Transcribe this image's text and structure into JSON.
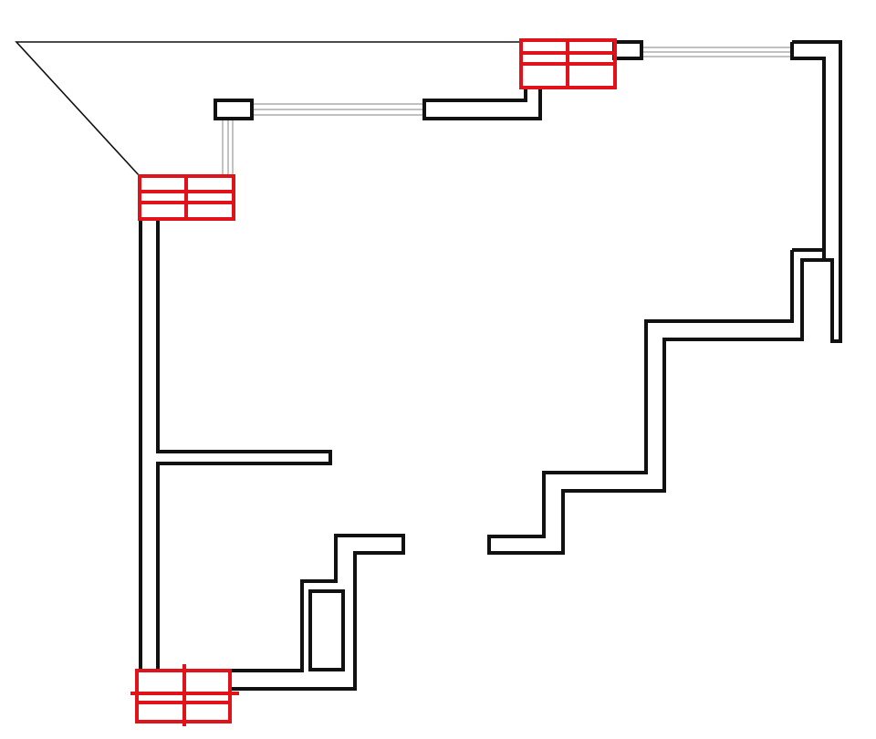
{
  "diagram": {
    "type": "floor-plan",
    "elements": [
      {
        "kind": "wall-segment",
        "count": 12
      },
      {
        "kind": "window",
        "count": 3
      },
      {
        "kind": "column",
        "count": 3
      },
      {
        "kind": "roof-edge-line",
        "count": 1
      }
    ]
  },
  "colors": {
    "wall": "#111111",
    "column": "#e0121a",
    "window_line": "#9a9a9a",
    "background": "#ffffff"
  }
}
